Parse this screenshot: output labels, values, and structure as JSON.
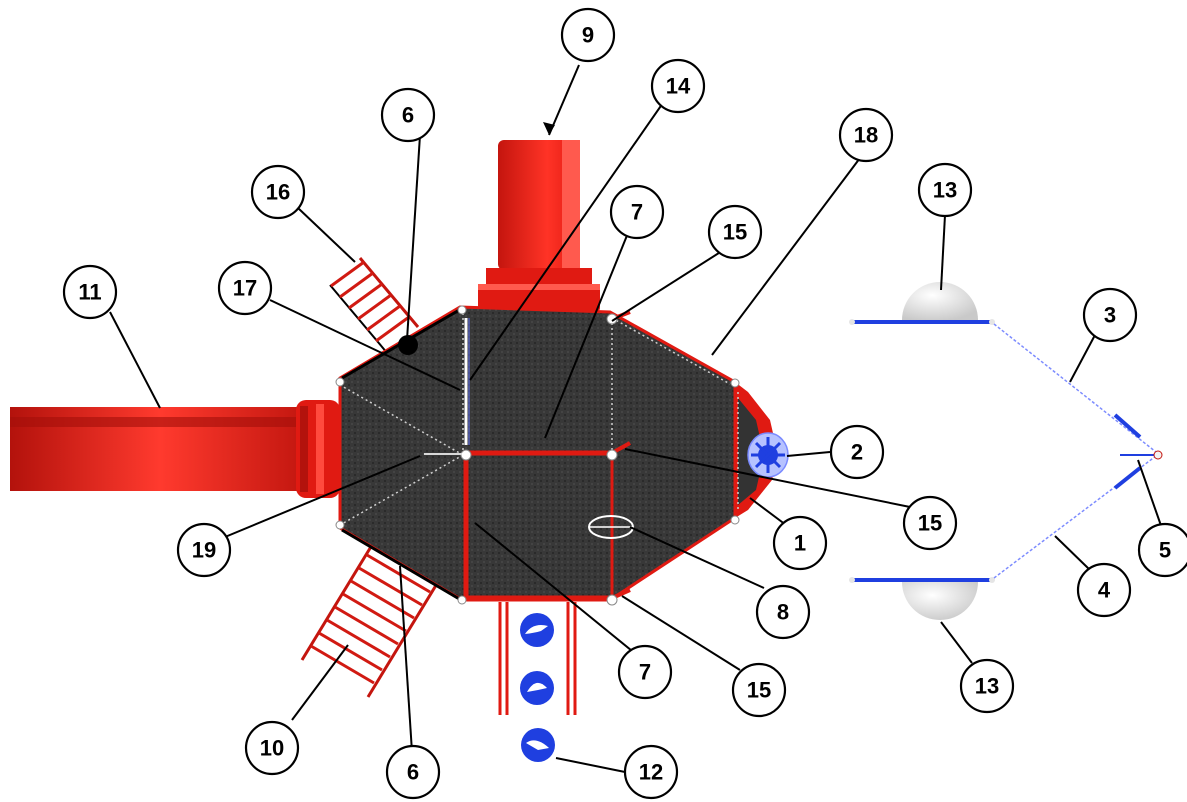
{
  "diagram": {
    "callouts": [
      {
        "id": "c9",
        "label": "9"
      },
      {
        "id": "c14",
        "label": "14"
      },
      {
        "id": "c6a",
        "label": "6"
      },
      {
        "id": "c18",
        "label": "18"
      },
      {
        "id": "c16",
        "label": "16"
      },
      {
        "id": "c7a",
        "label": "7"
      },
      {
        "id": "c15a",
        "label": "15"
      },
      {
        "id": "c13a",
        "label": "13"
      },
      {
        "id": "c11",
        "label": "11"
      },
      {
        "id": "c17",
        "label": "17"
      },
      {
        "id": "c3",
        "label": "3"
      },
      {
        "id": "c2",
        "label": "2"
      },
      {
        "id": "c19",
        "label": "19"
      },
      {
        "id": "c15b",
        "label": "15"
      },
      {
        "id": "c1",
        "label": "1"
      },
      {
        "id": "c5",
        "label": "5"
      },
      {
        "id": "c4",
        "label": "4"
      },
      {
        "id": "c8",
        "label": "8"
      },
      {
        "id": "c7b",
        "label": "7"
      },
      {
        "id": "c15c",
        "label": "15"
      },
      {
        "id": "c13b",
        "label": "13"
      },
      {
        "id": "c10",
        "label": "10"
      },
      {
        "id": "c6b",
        "label": "6"
      },
      {
        "id": "c12",
        "label": "12"
      }
    ]
  },
  "colors": {
    "frame": "#e01a12",
    "deck": "#333333",
    "panel_blue": "#1f3fe0",
    "dome": "#dedede",
    "outline": "#000000"
  }
}
